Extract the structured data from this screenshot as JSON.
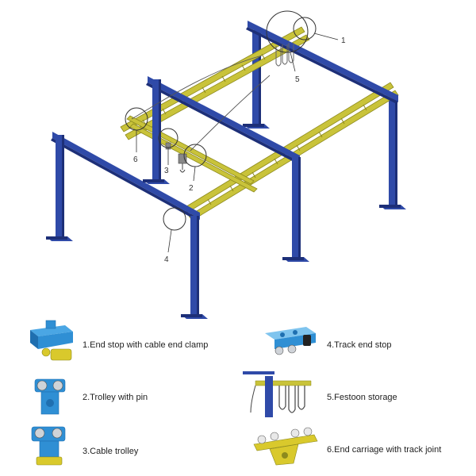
{
  "colors": {
    "frame_blue": "#2f4aa8",
    "frame_blue_dark": "#1d2f78",
    "rail_yellow": "#c9c33a",
    "rail_yellow_dark": "#8d8a1d",
    "component_blue": "#2f8fd4",
    "component_yellow": "#d9c92c",
    "callout": "#333333"
  },
  "callouts": {
    "c1": "1",
    "c2": "2",
    "c3": "3",
    "c4": "4",
    "c5": "5",
    "c6": "6"
  },
  "legend": {
    "items": [
      {
        "label": "1.End stop with cable end clamp",
        "icon": "end-stop-icon"
      },
      {
        "label": "2.Trolley with pin",
        "icon": "trolley-icon"
      },
      {
        "label": "3.Cable trolley",
        "icon": "cable-trolley-icon"
      },
      {
        "label": "4.Track end stop",
        "icon": "track-end-stop-icon"
      },
      {
        "label": "5.Festoon storage",
        "icon": "festoon-icon"
      },
      {
        "label": "6.End carriage with track joint",
        "icon": "end-carriage-icon"
      }
    ]
  }
}
